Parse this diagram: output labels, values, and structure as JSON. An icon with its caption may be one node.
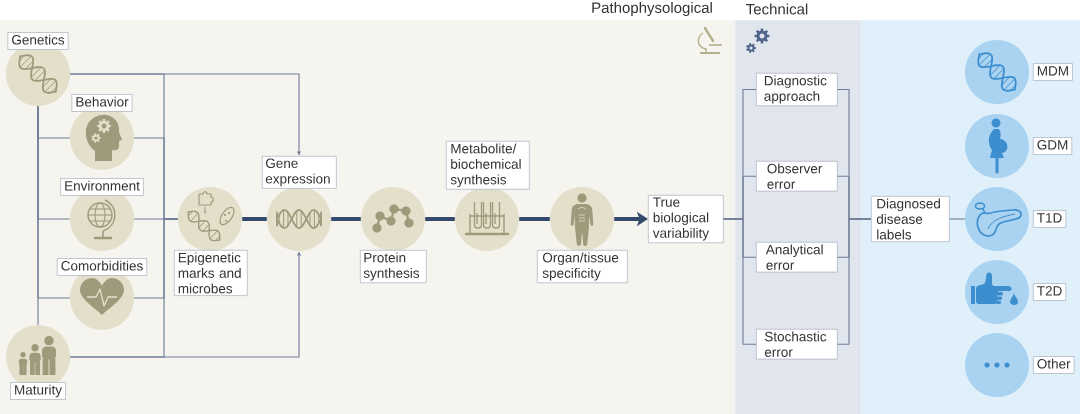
{
  "diagram": {
    "nodes": [
      {
        "text": [
          "Pathophysological"
        ]
      },
      {
        "text": [
          "Genetics"
        ],
        "in": 0
      },
      {
        "text": [
          "Behavior"
        ],
        "in": 0
      },
      {
        "text": [
          "Environment"
        ],
        "in": 0
      },
      {
        "text": [
          "Comorbidities"
        ],
        "in": 0
      },
      {
        "text": [
          "Maturity"
        ],
        "in": 0
      },
      {
        "text": [
          "Epigenetic marks and microbes"
        ],
        "in": 0
      },
      {
        "text": [
          "Gene expression"
        ],
        "in": 0
      },
      {
        "text": [
          "Protein synthesis"
        ],
        "in": 0
      },
      {
        "text": [
          "Metabolite/ biochemical synthesis"
        ],
        "in": 0
      },
      {
        "text": [
          "Organ/tissue specificity"
        ],
        "in": 0
      },
      {
        "text": [
          "True biological variability"
        ],
        "in": 0
      },
      {
        "text": [
          "Technical"
        ]
      },
      {
        "text": [
          "Diagnostic approach"
        ],
        "in": 12
      },
      {
        "text": [
          "Observer error"
        ],
        "in": 12
      },
      {
        "text": [
          "Analytical error"
        ],
        "in": 12
      },
      {
        "text": [
          "Stochastic error"
        ],
        "in": 12
      },
      {
        "text": [],
        "shape": "box"
      },
      {
        "text": [
          "Diagnosed disease labels"
        ],
        "in": 17
      },
      {
        "text": [
          "MDM"
        ],
        "in": 17
      },
      {
        "text": [
          "GDM"
        ],
        "in": 17
      },
      {
        "text": [
          "T1D"
        ],
        "in": 17
      },
      {
        "text": [
          "T2D"
        ],
        "in": 17
      },
      {
        "text": [
          "Other"
        ],
        "in": 17
      }
    ],
    "edges": [
      {
        "from": 1,
        "to": 2,
        "arrow": "none"
      },
      {
        "from": 1,
        "to": 3,
        "arrow": "none"
      },
      {
        "from": 1,
        "to": 4,
        "arrow": "none"
      },
      {
        "from": 1,
        "to": 5,
        "arrow": "none"
      },
      {
        "from": 1,
        "to": 7,
        "arrow": "to"
      },
      {
        "from": 5,
        "to": 7,
        "arrow": "to"
      },
      {
        "from": 1,
        "to": 6,
        "arrow": "none"
      },
      {
        "from": 2,
        "to": 6,
        "arrow": "none"
      },
      {
        "from": 3,
        "to": 6,
        "arrow": "none"
      },
      {
        "from": 4,
        "to": 6,
        "arrow": "none"
      },
      {
        "from": 5,
        "to": 6,
        "arrow": "none"
      },
      {
        "from": 6,
        "to": 7,
        "arrow": "none",
        "style": "thick",
        "color": "#34496b"
      },
      {
        "from": 7,
        "to": 8,
        "arrow": "none",
        "style": "thick",
        "color": "#34496b"
      },
      {
        "from": 8,
        "to": 9,
        "arrow": "none",
        "style": "thick",
        "color": "#34496b"
      },
      {
        "from": 9,
        "to": 10,
        "arrow": "none",
        "style": "thick",
        "color": "#34496b"
      },
      {
        "from": 10,
        "to": 11,
        "arrow": "to",
        "style": "thick",
        "color": "#34496b"
      },
      {
        "from": 11,
        "to": 13,
        "arrow": "none"
      },
      {
        "from": 11,
        "to": 14,
        "arrow": "none"
      },
      {
        "from": 11,
        "to": 15,
        "arrow": "none"
      },
      {
        "from": 11,
        "to": 16,
        "arrow": "none"
      },
      {
        "from": 13,
        "to": 18,
        "arrow": "none"
      },
      {
        "from": 14,
        "to": 18,
        "arrow": "none"
      },
      {
        "from": 15,
        "to": 18,
        "arrow": "none"
      },
      {
        "from": 16,
        "to": 18,
        "arrow": "none"
      },
      {
        "from": 18,
        "to": 21,
        "arrow": "none"
      }
    ]
  }
}
